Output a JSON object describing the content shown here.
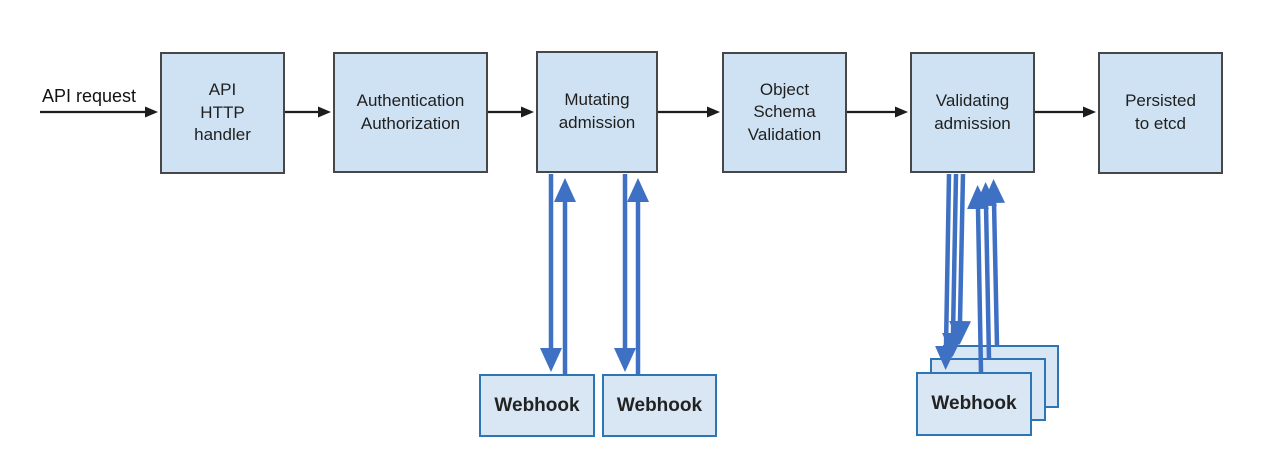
{
  "colors": {
    "stage_fill": "#cfe2f3",
    "stage_border": "#474747",
    "webhook_fill": "#d9e6f4",
    "webhook_border": "#2e75b6",
    "flow_arrow": "#1c1c1c",
    "webhook_arrow": "#3e70c4",
    "text": "#1f1f1f"
  },
  "flow": {
    "input_label": "API request",
    "stages": [
      {
        "id": "api-http-handler",
        "label": "API\nHTTP\nhandler"
      },
      {
        "id": "authentication-authorization",
        "label": "Authentication\nAuthorization"
      },
      {
        "id": "mutating-admission",
        "label": "Mutating\nadmission"
      },
      {
        "id": "object-schema-validation",
        "label": "Object\nSchema\nValidation"
      },
      {
        "id": "validating-admission",
        "label": "Validating\nadmission"
      },
      {
        "id": "persisted-to-etcd",
        "label": "Persisted\nto etcd"
      }
    ]
  },
  "webhooks": {
    "mutating": [
      {
        "label": "Webhook"
      },
      {
        "label": "Webhook"
      }
    ],
    "validating": {
      "front_label": "Webhook",
      "stack_count": 3
    }
  }
}
